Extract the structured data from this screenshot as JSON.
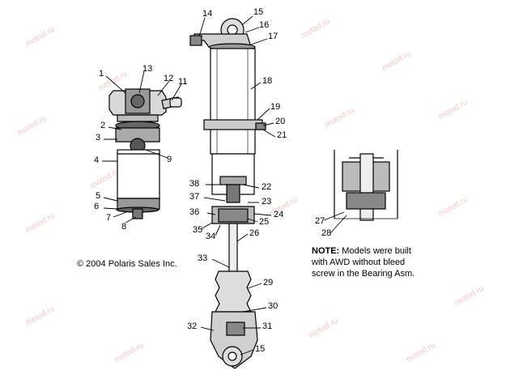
{
  "watermark": "motod.ru",
  "copyright": "© 2004 Polaris Sales Inc.",
  "note": {
    "label": "NOTE:",
    "text": "Models were built with AWD without bleed screw in the Bearing Asm.",
    "line1": "Models were built",
    "line2": "with AWD without bleed",
    "line3": "screw in the Bearing Asm."
  },
  "callouts": {
    "c1": "1",
    "c2": "2",
    "c3": "3",
    "c4": "4",
    "c5": "5",
    "c6": "6",
    "c7": "7",
    "c8": "8",
    "c9": "9",
    "c11": "11",
    "c12": "12",
    "c13": "13",
    "c14": "14",
    "c15a": "15",
    "c15b": "15",
    "c16": "16",
    "c17": "17",
    "c18": "18",
    "c19": "19",
    "c20": "20",
    "c21": "21",
    "c22": "22",
    "c23": "23",
    "c24": "24",
    "c25": "25",
    "c26": "26",
    "c27": "27",
    "c28": "28",
    "c29": "29",
    "c30": "30",
    "c31": "31",
    "c32": "32",
    "c33": "33",
    "c34": "34",
    "c35": "35",
    "c36": "36",
    "c37": "37",
    "c38": "38"
  }
}
